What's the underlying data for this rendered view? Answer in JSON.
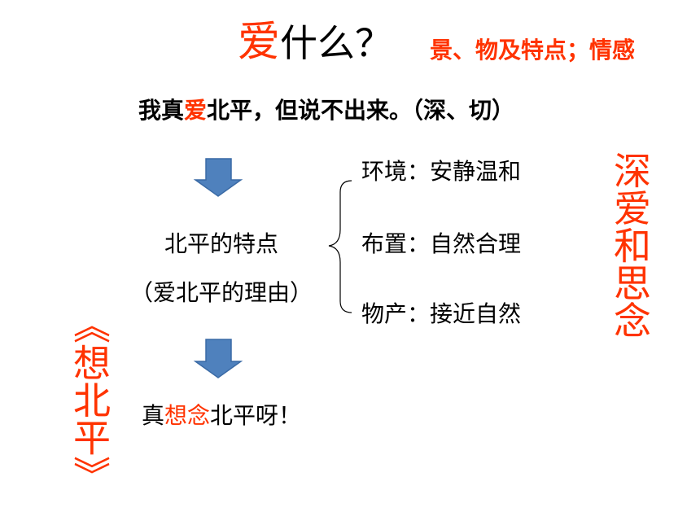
{
  "title": {
    "keyword": "爱",
    "rest": "什么？",
    "note": "景、物及特点；情感"
  },
  "sentence": {
    "before": "我真",
    "keyword": "爱",
    "after": "北平，但说不出来。（深、切）"
  },
  "features": {
    "title": "北平的特点",
    "subtitle": "（爱北平的理由）",
    "items": [
      "环境：安静温和",
      "布置：自然合理",
      "物产：接近自然"
    ]
  },
  "conclusion": {
    "before": "真",
    "keyword": "想念",
    "after": "北平呀！"
  },
  "side_right": "深爱和思念",
  "side_left": "《想北平》",
  "colors": {
    "accent": "#ff3300",
    "arrow": "#4f81bd",
    "arrow_stroke": "#3a6aa5"
  }
}
